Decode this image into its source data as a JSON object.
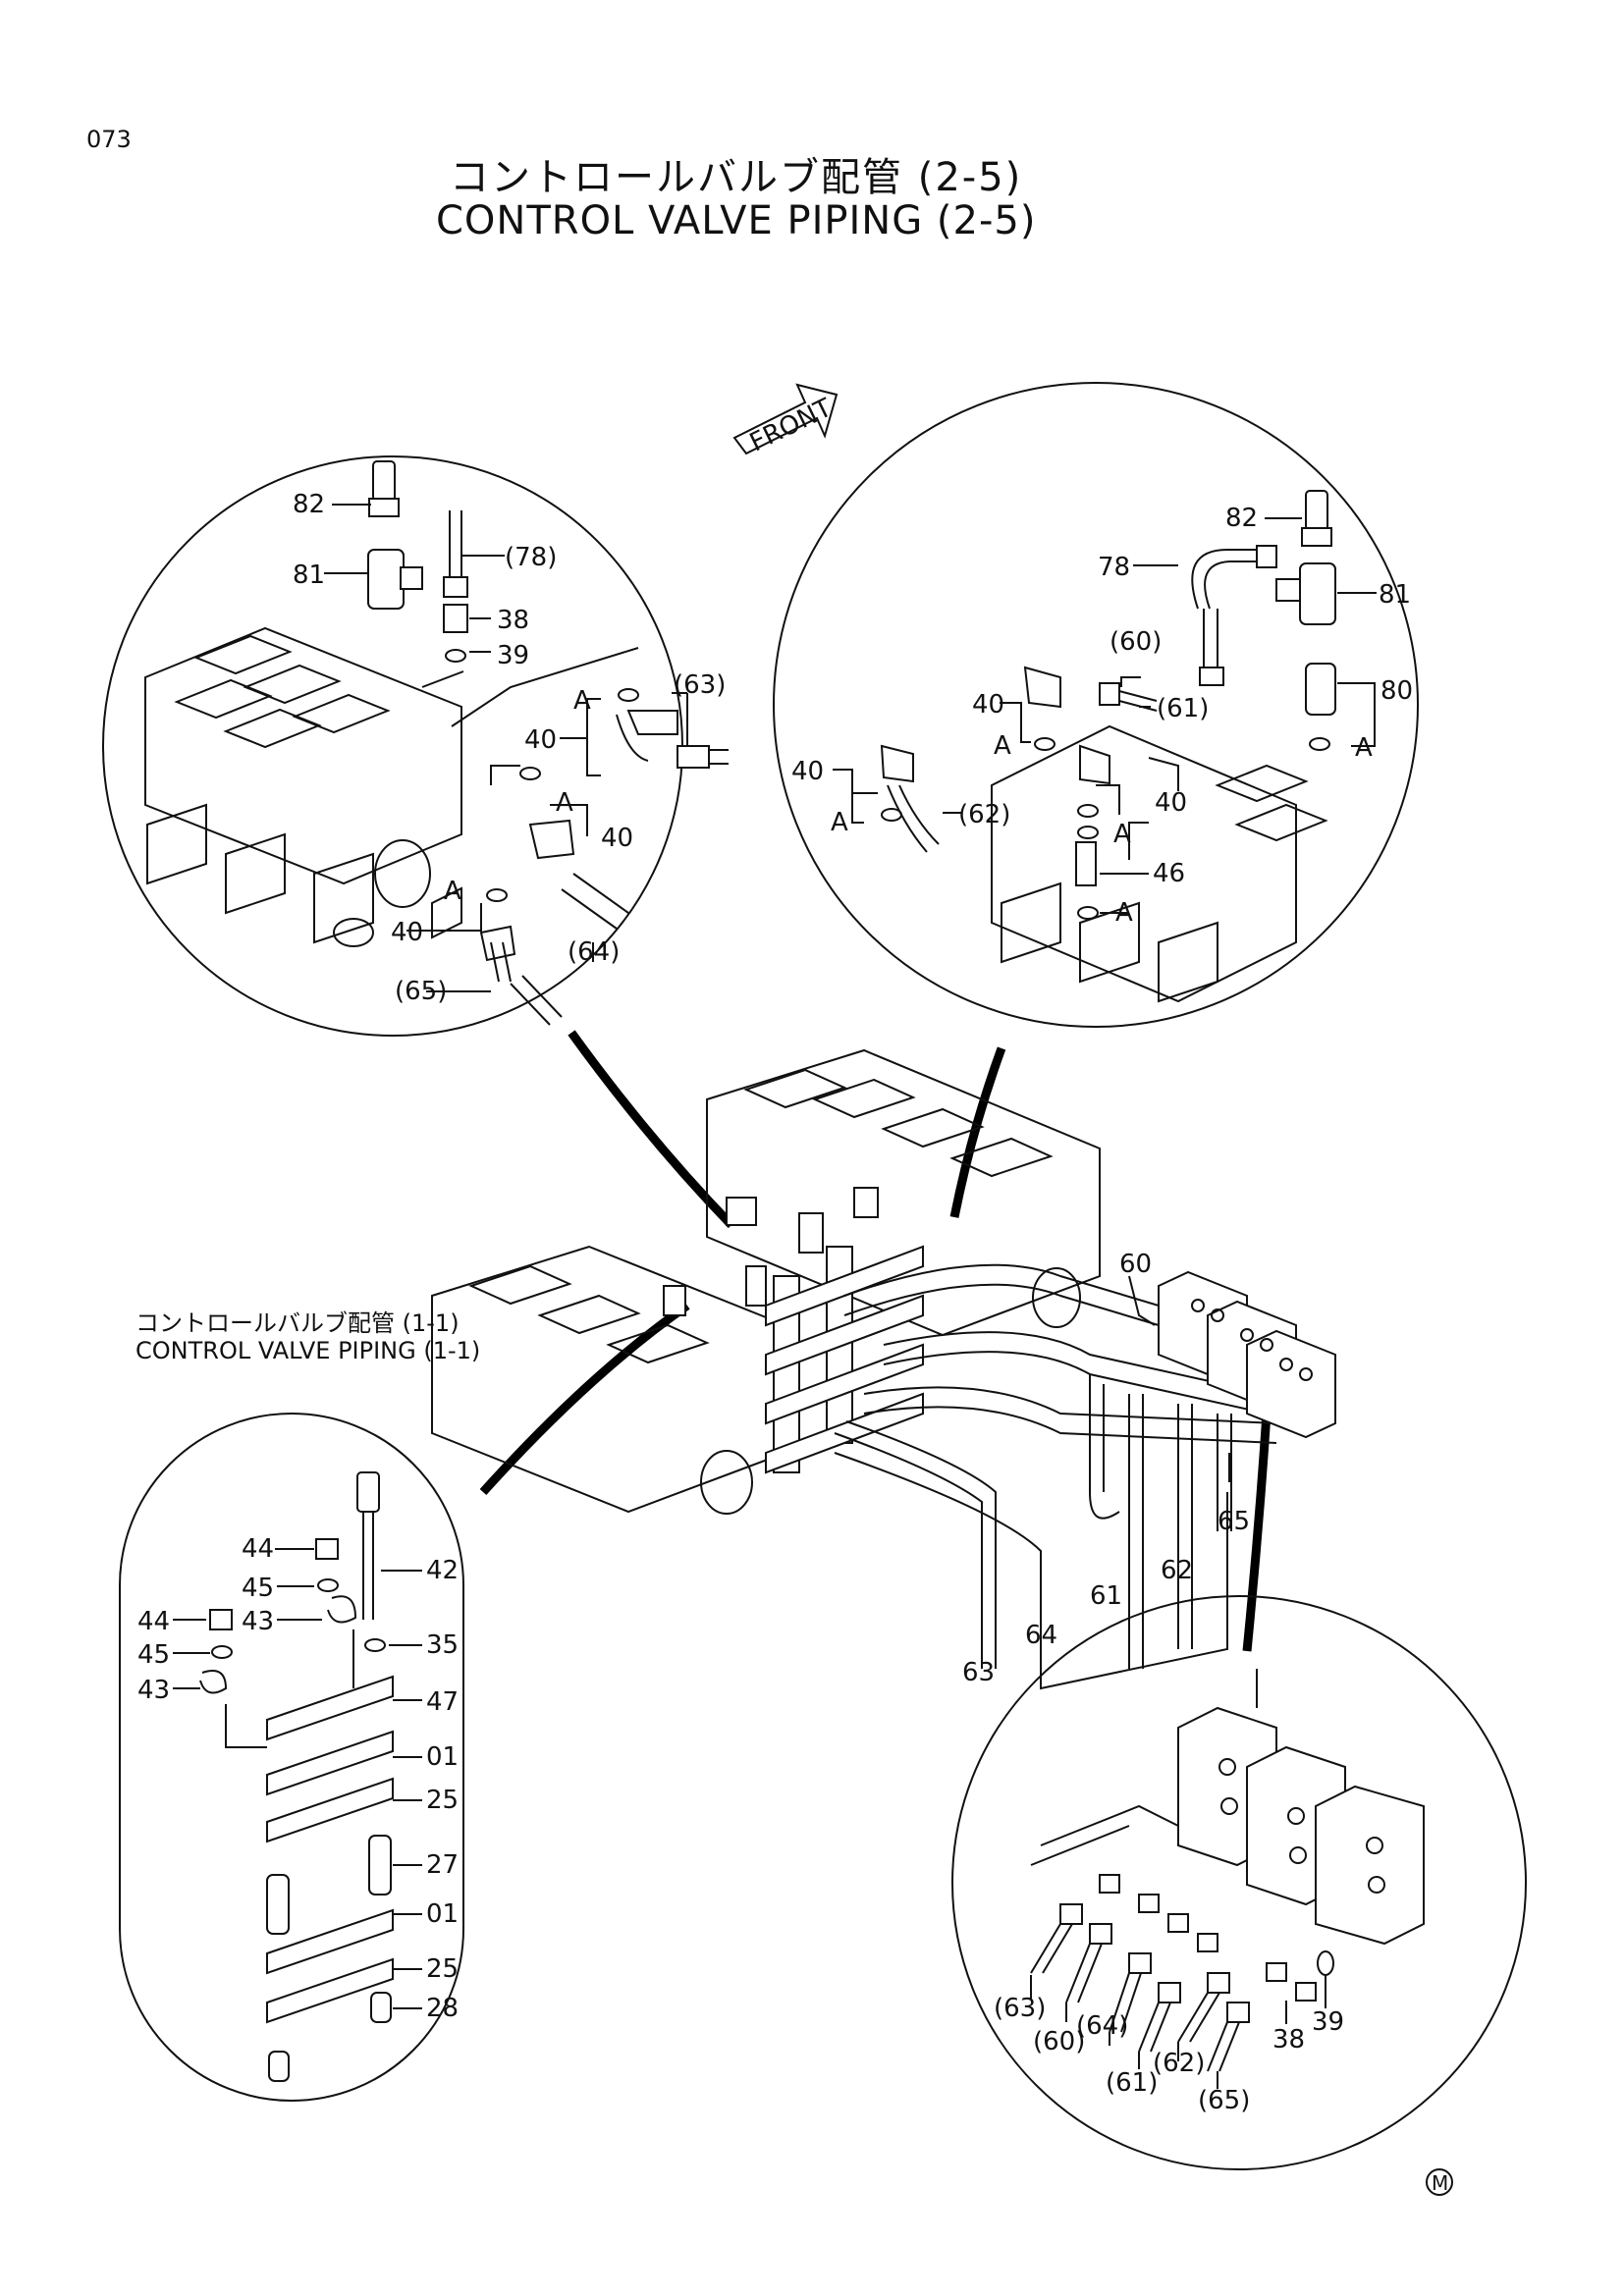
{
  "page_number": "073",
  "title_jp": "コントロールバルブ配管 (2-5)",
  "title_en": "CONTROL VALVE PIPING (2-5)",
  "ref_jp": "コントロールバルブ配管 (1-1)",
  "ref_en": "CONTROL VALVE PIPING (1-1)",
  "front_label": "FRONT",
  "maker_mark": "M",
  "callouts": {
    "c82a": "82",
    "c81a": "81",
    "c78a": "(78)",
    "c38a": "38",
    "c39a": "39",
    "c63a": "(63)",
    "c40a": "40",
    "cAa": "A",
    "cAb": "A",
    "c40b": "40",
    "cAc": "A",
    "c40c": "40",
    "c64a": "(64)",
    "c65a": "(65)",
    "c82b": "82",
    "c78b": "78",
    "c81b": "81",
    "c60b": "(60)",
    "c61b": "(61)",
    "c80b": "80",
    "c40d": "40",
    "cAd": "A",
    "cAe": "A",
    "c40e": "40",
    "c62b": "(62)",
    "c40f": "40",
    "cAf": "A",
    "c46b": "46",
    "cAg": "A",
    "cAh": "A",
    "m60": "60",
    "m65": "65",
    "m62": "62",
    "m61": "61",
    "m64": "64",
    "m63": "63",
    "l44a": "44",
    "l45a": "45",
    "l43a": "43",
    "l44b": "44",
    "l45b": "45",
    "l43b": "43",
    "l42": "42",
    "l35": "35",
    "l47": "47",
    "l01a": "01",
    "l25a": "25",
    "l27": "27",
    "l01b": "01",
    "l25b": "25",
    "l28": "28",
    "r63": "(63)",
    "r60": "(60)",
    "r64": "(64)",
    "r61": "(61)",
    "r62": "(62)",
    "r65": "(65)",
    "r38": "38",
    "r39": "39"
  }
}
